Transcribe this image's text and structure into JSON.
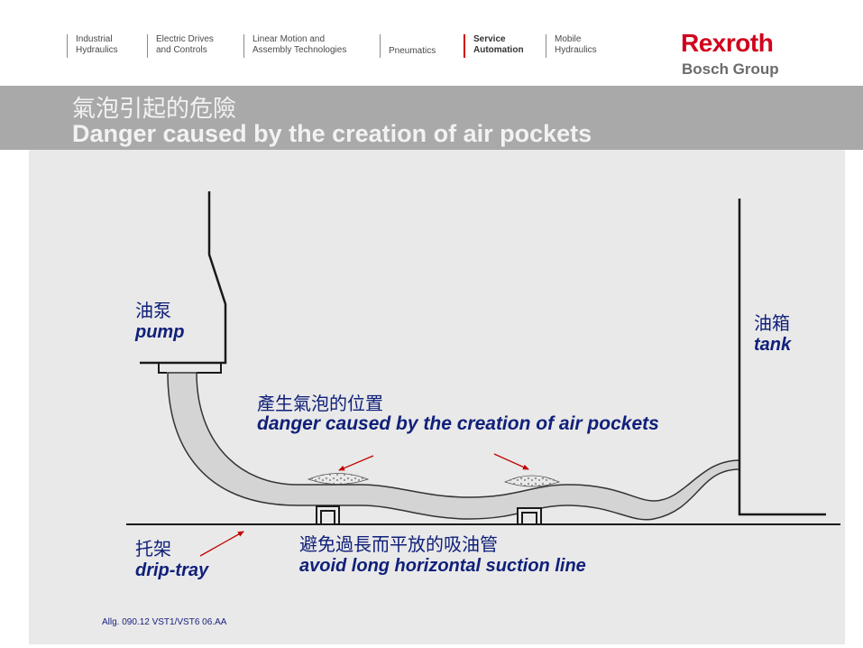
{
  "nav": [
    {
      "label": "Industrial\nHydraulics",
      "active": false
    },
    {
      "label": "Electric Drives\nand Controls",
      "active": false
    },
    {
      "label": "Linear Motion and\nAssembly Technologies",
      "active": false
    },
    {
      "label": "Pneumatics",
      "active": false
    },
    {
      "label": "Service\nAutomation",
      "active": true
    },
    {
      "label": "Mobile\nHydraulics",
      "active": false
    }
  ],
  "logo": {
    "brand": "Rexroth",
    "group": "Bosch Group"
  },
  "title": {
    "chinese": "氣泡引起的危險",
    "english": "Danger caused by the creation of air pockets"
  },
  "labels": {
    "pump": {
      "chinese": "油泵",
      "english": "pump"
    },
    "tank": {
      "chinese": "油箱",
      "english": "tank"
    },
    "air_pockets": {
      "chinese": "產生氣泡的位置",
      "english": "danger caused by the creation of air pockets"
    },
    "drip_tray": {
      "chinese": "托架",
      "english": "drip-tray"
    },
    "suction_line": {
      "chinese": "避免過長而平放的吸油管",
      "english": "avoid long horizontal suction line"
    }
  },
  "footer": "Allg. 090.12 VST1/VST6 06.AA",
  "colors": {
    "brand_red": "#d0021b",
    "label_blue": "#10207a",
    "title_band": "#a9a9a9",
    "arrow": "#c00000"
  }
}
